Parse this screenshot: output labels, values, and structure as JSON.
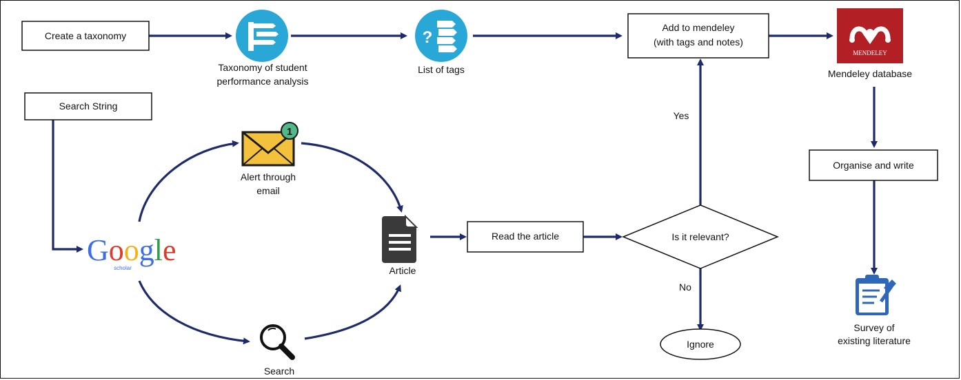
{
  "colors": {
    "arrow": "#1f2a6b",
    "icon_teal": "#29a8d8",
    "mendeley_red": "#b22025",
    "envelope_yellow": "#f3c13c",
    "badge_green": "#4fb98a",
    "clipboard_blue": "#2e66b8",
    "google_blue": "#3d6ee8",
    "google_red": "#dd3b2b",
    "google_yellow": "#f2b21c",
    "google_green": "#2e9e48"
  },
  "nodes": {
    "create_taxonomy": "Create a taxonomy",
    "taxonomy_line1": "Taxonomy of student",
    "taxonomy_line2": "performance analysis",
    "list_of_tags": "List of tags",
    "add_mendeley_line1": "Add to mendeley",
    "add_mendeley_line2": "(with tags and notes)",
    "mendeley_logo_text": "MENDELEY",
    "mendeley_database": "Mendeley database",
    "search_string": "Search String",
    "alert_line1": "Alert through",
    "alert_line2": "email",
    "alert_badge": "1",
    "google_letters": [
      "G",
      "o",
      "o",
      "g",
      "l",
      "e"
    ],
    "google_sub": "scholar",
    "article": "Article",
    "search": "Search",
    "read_article": "Read the article",
    "is_relevant": "Is it relevant?",
    "yes": "Yes",
    "no": "No",
    "ignore": "Ignore",
    "organise_write": "Organise and write",
    "survey_line1": "Survey of",
    "survey_line2": "existing literature"
  }
}
